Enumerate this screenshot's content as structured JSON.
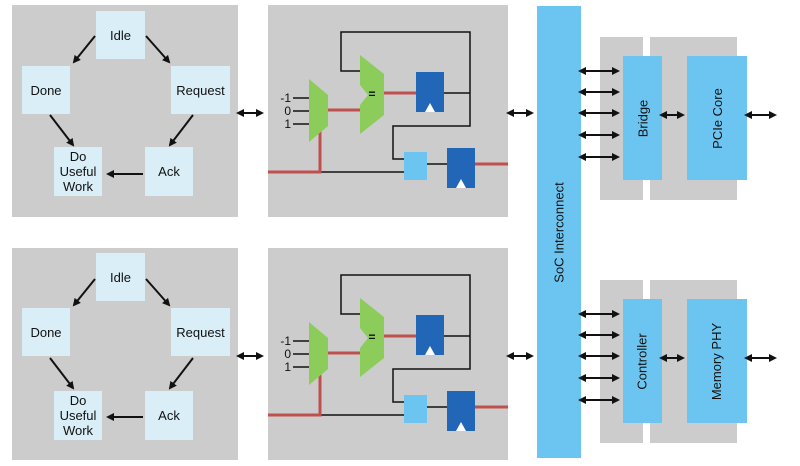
{
  "fsm_panels": [
    {
      "states": {
        "idle": "Idle",
        "done": "Done",
        "request": "Request",
        "do_useful_work": "Do Useful Work",
        "ack": "Ack"
      }
    },
    {
      "states": {
        "idle": "Idle",
        "done": "Done",
        "request": "Request",
        "do_useful_work": "Do Useful Work",
        "ack": "Ack"
      }
    }
  ],
  "datapath_panels": [
    {
      "mux_inputs": [
        "-1",
        "0",
        "1"
      ],
      "comparator_symbol": "="
    },
    {
      "mux_inputs": [
        "-1",
        "0",
        "1"
      ],
      "comparator_symbol": "="
    }
  ],
  "interconnect": {
    "label": "SoC Interconnect"
  },
  "peripherals": [
    {
      "inner_label": "Bridge",
      "outer_label": "PCIe Core",
      "bus_arrows": 5
    },
    {
      "inner_label": "Controller",
      "outer_label": "Memory PHY",
      "bus_arrows": 5
    }
  ],
  "colors": {
    "panel_bg": "#cccccc",
    "state_box": "#d9eef6",
    "block_blue": "#6cc5f0",
    "register_blue": "#2266b8",
    "mux_green": "#8ccc5a",
    "data_path_red": "#c0504d",
    "highlight_orange": "#d8974a"
  }
}
